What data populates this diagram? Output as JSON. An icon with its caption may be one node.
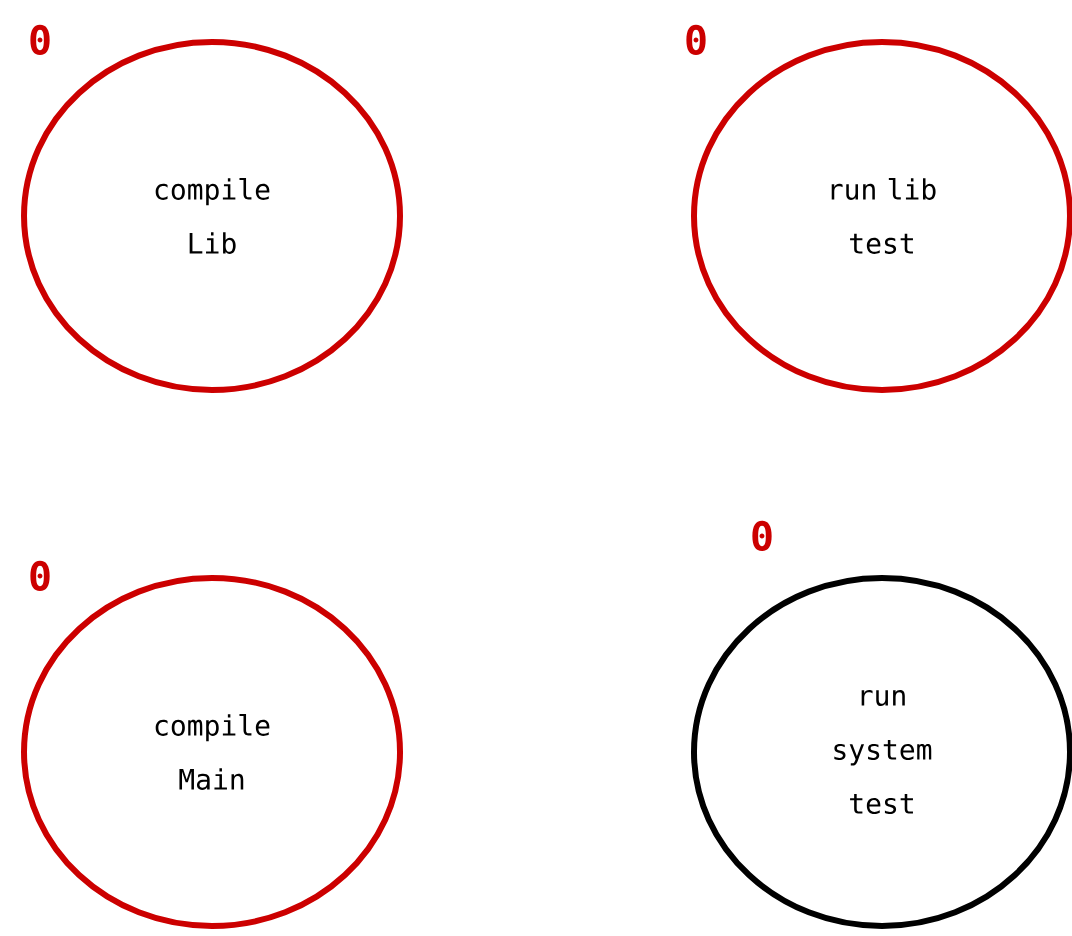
{
  "diagram": {
    "nodes": [
      {
        "text": [
          "compile Lib"
        ],
        "beside": [
          "0"
        ]
      },
      {
        "text": [
          "run lib test"
        ],
        "beside": [
          "0"
        ]
      },
      {
        "text": [
          "compile Main"
        ],
        "beside": [
          "0"
        ]
      },
      {
        "text": [
          "run system test"
        ],
        "beside": [
          "0"
        ]
      }
    ]
  }
}
